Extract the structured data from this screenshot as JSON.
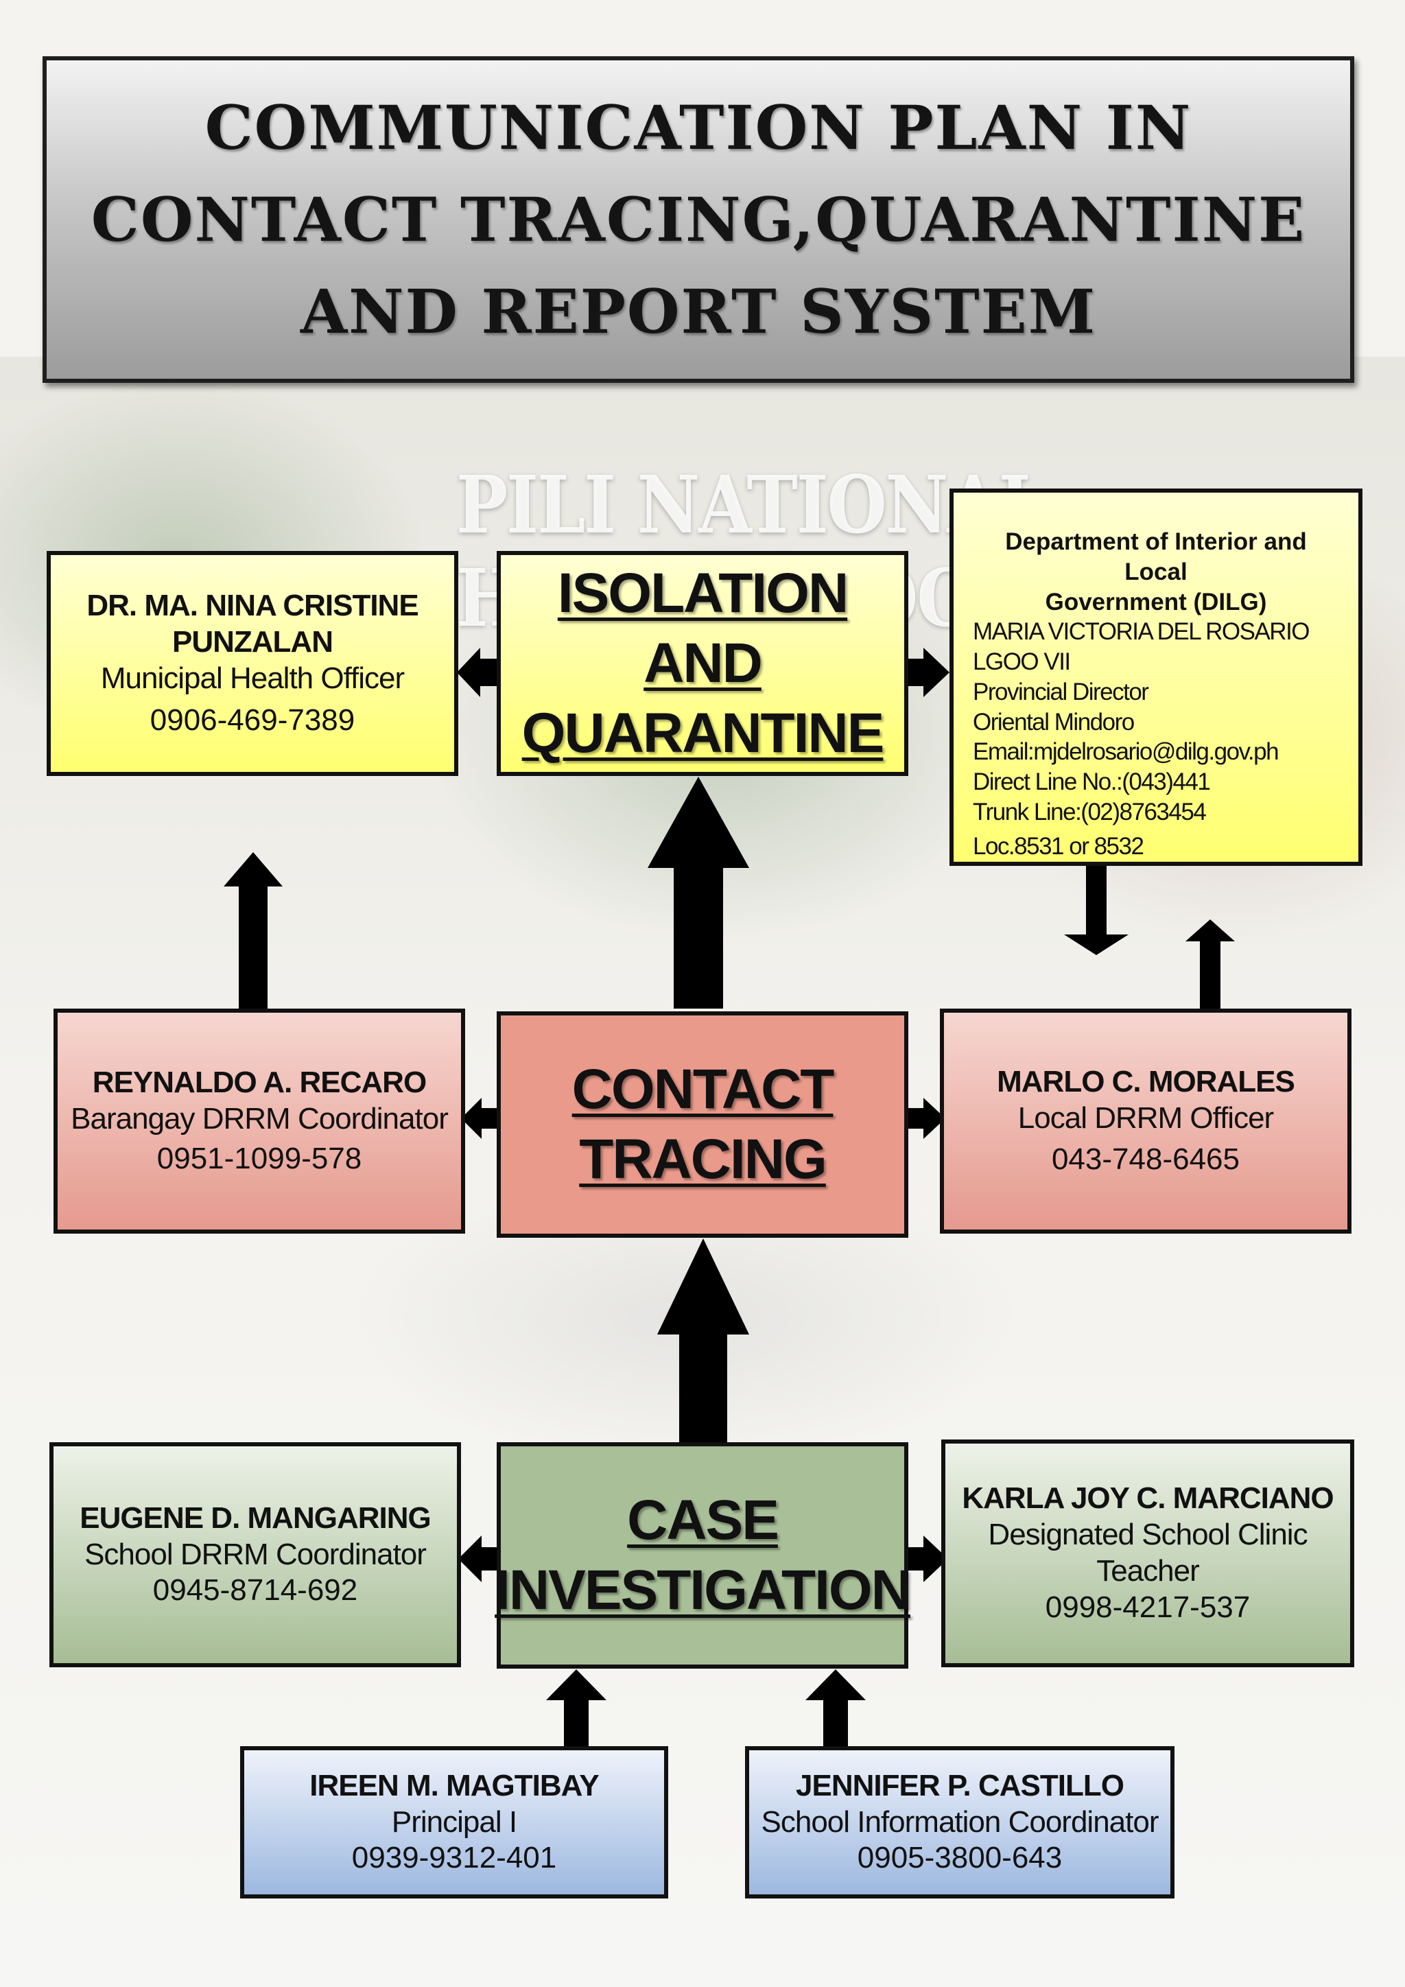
{
  "title": {
    "lines": [
      "COMMUNICATION  PLAN IN",
      "CONTACT TRACING,QUARANTINE",
      "AND REPORT SYSTEM"
    ]
  },
  "background": {
    "school_name": "PILI NATIONAL HIGH SCHOOL"
  },
  "centers": {
    "isolation": {
      "lines": [
        "ISOLATION AND",
        "QUARANTINE"
      ]
    },
    "contact_tracing": {
      "lines": [
        "CONTACT",
        "TRACING"
      ]
    },
    "case_investigation": {
      "lines": [
        "CASE",
        "INVESTIGATION"
      ]
    }
  },
  "contacts": {
    "health_officer": {
      "name": [
        "DR. MA. NINA CRISTINE",
        "PUNZALAN"
      ],
      "role": "Municipal Health Officer",
      "phone": "0906-469-7389"
    },
    "dilg": {
      "heading": [
        "Department of Interior and Local",
        "Government (DILG)"
      ],
      "lines": [
        "MARIA VICTORIA DEL ROSARIO",
        "LGOO VII",
        "Provincial Director",
        "Oriental Mindoro",
        "Email:mjdelrosario@dilg.gov.ph",
        "Direct Line No.:(043)441",
        "Trunk Line:(02)8763454",
        "Loc.8531 or 8532"
      ]
    },
    "barangay": {
      "name": "REYNALDO A. RECARO",
      "role": "Barangay DRRM Coordinator",
      "phone": "0951-1099-578"
    },
    "local_drrm": {
      "name": "MARLO C. MORALES",
      "role": "Local DRRM Officer",
      "phone": "043-748-6465"
    },
    "school_drrm": {
      "name": "EUGENE D. MANGARING",
      "role": "School DRRM Coordinator",
      "phone": "0945-8714-692"
    },
    "clinic": {
      "name": "KARLA JOY C. MARCIANO",
      "role": [
        "Designated School Clinic",
        "Teacher"
      ],
      "phone": "0998-4217-537"
    },
    "principal": {
      "name": "IREEN M. MAGTIBAY",
      "role": "Principal I",
      "phone": "0939-9312-401"
    },
    "info": {
      "name": "JENNIFER P. CASTILLO",
      "role": "School Information Coordinator",
      "phone": "0905-3800-643"
    }
  }
}
